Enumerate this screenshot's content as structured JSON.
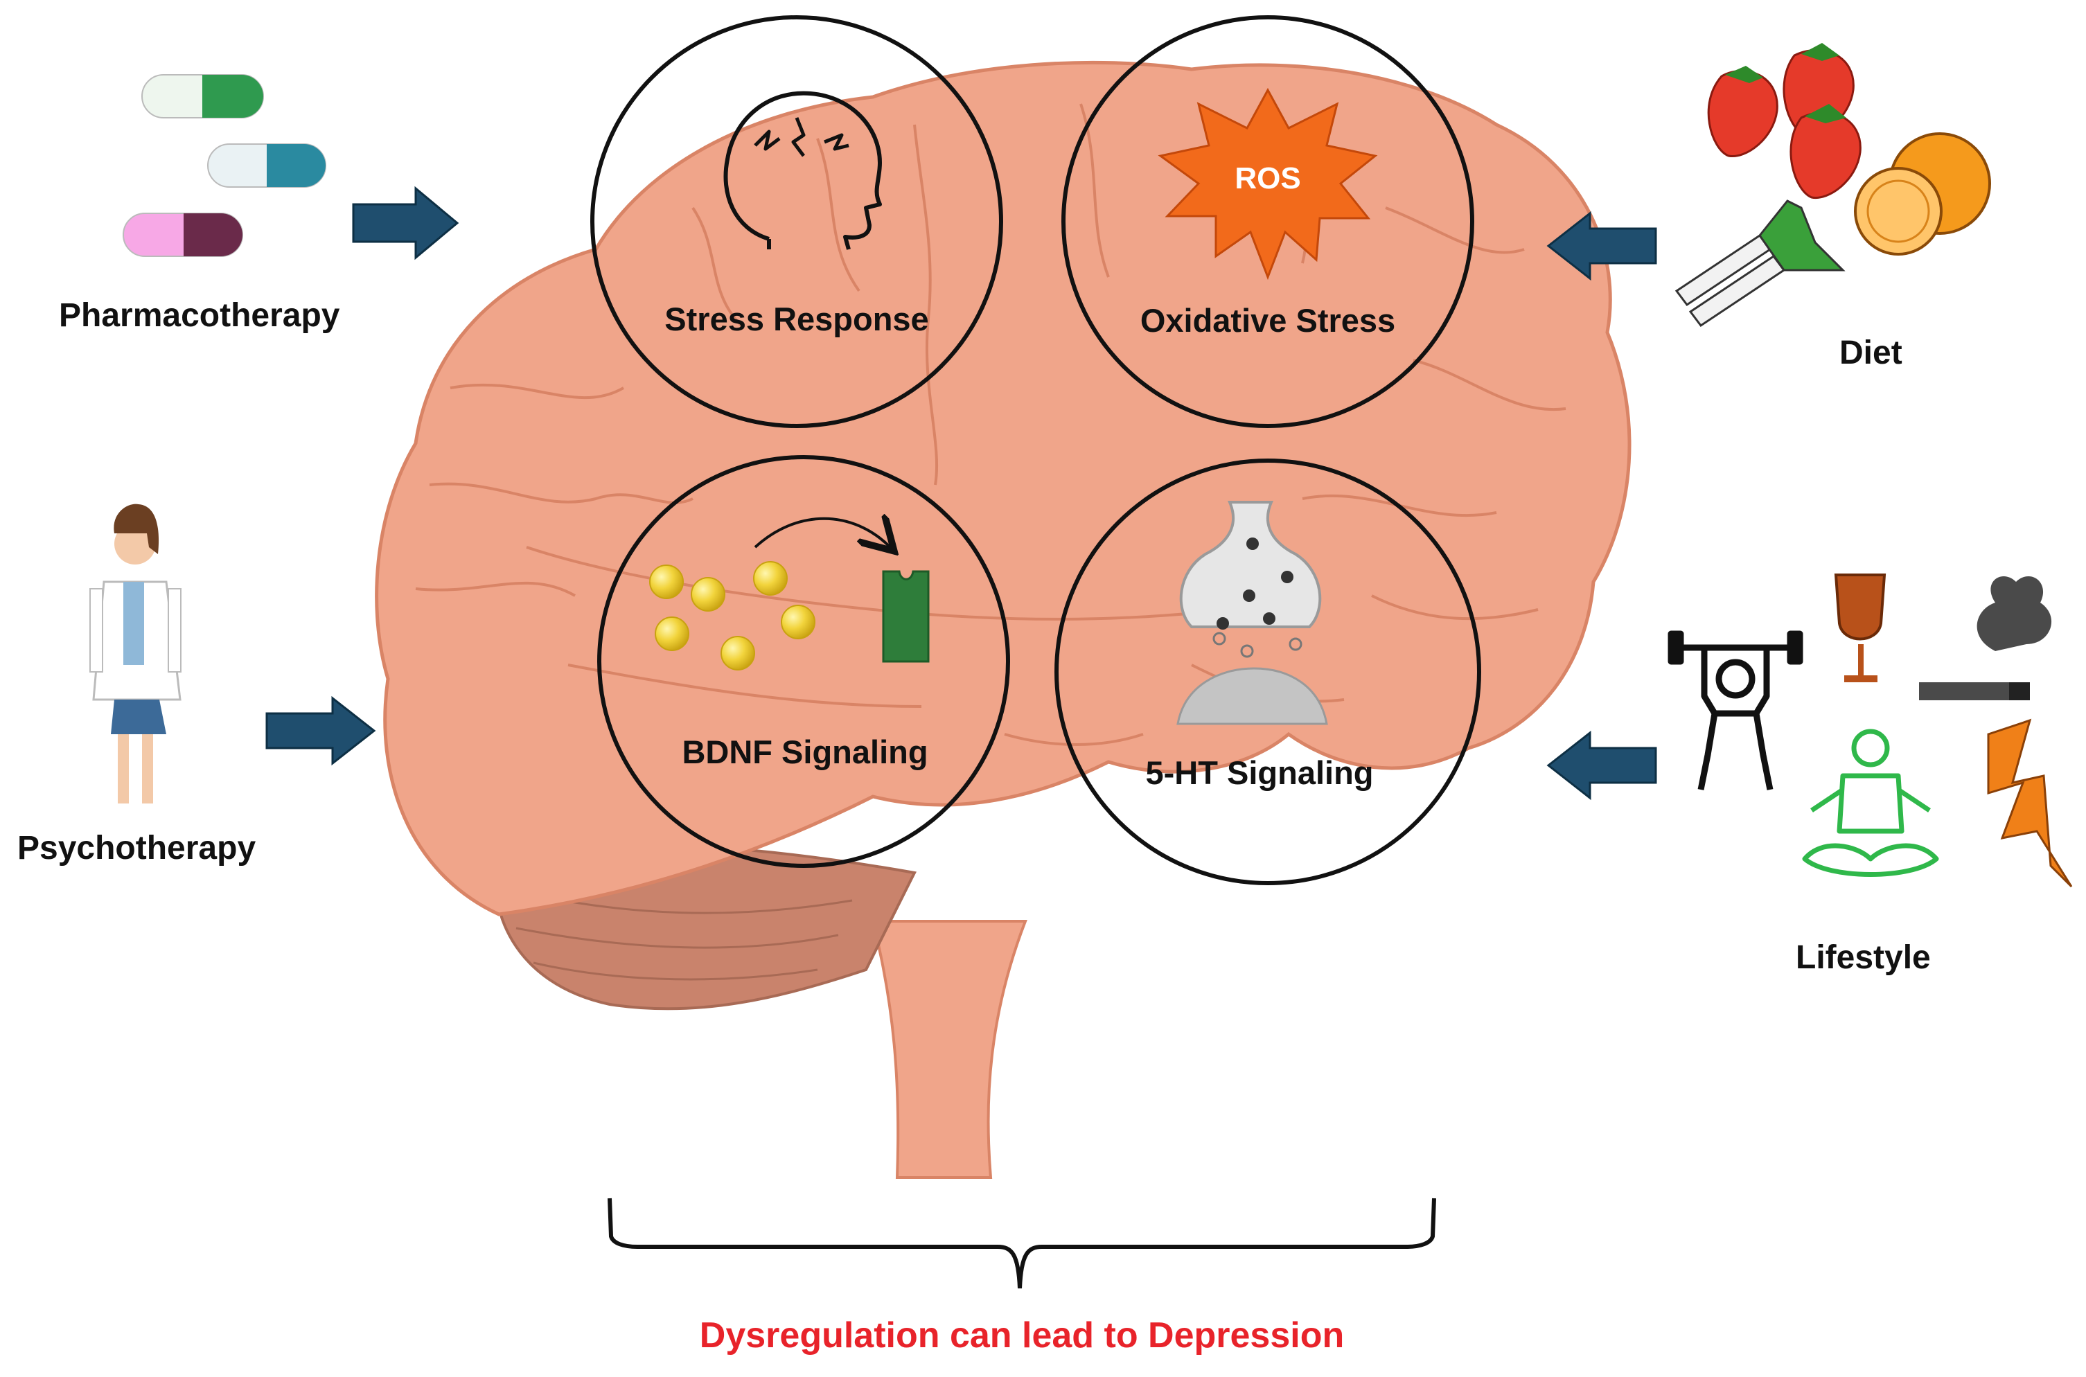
{
  "interventions": {
    "pharmacotherapy": "Pharmacotherapy",
    "psychotherapy": "Psychotherapy",
    "diet": "Diet",
    "lifestyle": "Lifestyle"
  },
  "pathways": {
    "stress_response": "Stress Response",
    "oxidative_stress": "Oxidative Stress",
    "ros": "ROS",
    "bdnf_signaling": "BDNF Signaling",
    "ht_signaling": "5-HT Signaling"
  },
  "conclusion": "Dysregulation can lead to Depression",
  "colors": {
    "brain": "#f0a58a",
    "brain_outline": "#d98466",
    "cerebellum": "#c9836c",
    "arrow": "#1f4e6e",
    "ros_burst": "#f26a1b",
    "conclusion_text": "#e8232a",
    "circle_stroke": "#111111"
  },
  "icons": {
    "pharmacotherapy": "capsules-icon",
    "psychotherapy": "doctor-icon",
    "diet": "fruit-vegetable-icon",
    "lifestyle": [
      "weightlifting-icon",
      "wine-glass-icon",
      "cigarette-icon",
      "meditation-icon",
      "lightning-icon"
    ],
    "stress_response": "head-stress-icon",
    "oxidative_stress": "ros-burst-icon",
    "bdnf_signaling": "bdnf-molecule-icon",
    "ht_signaling": "synapse-icon"
  }
}
